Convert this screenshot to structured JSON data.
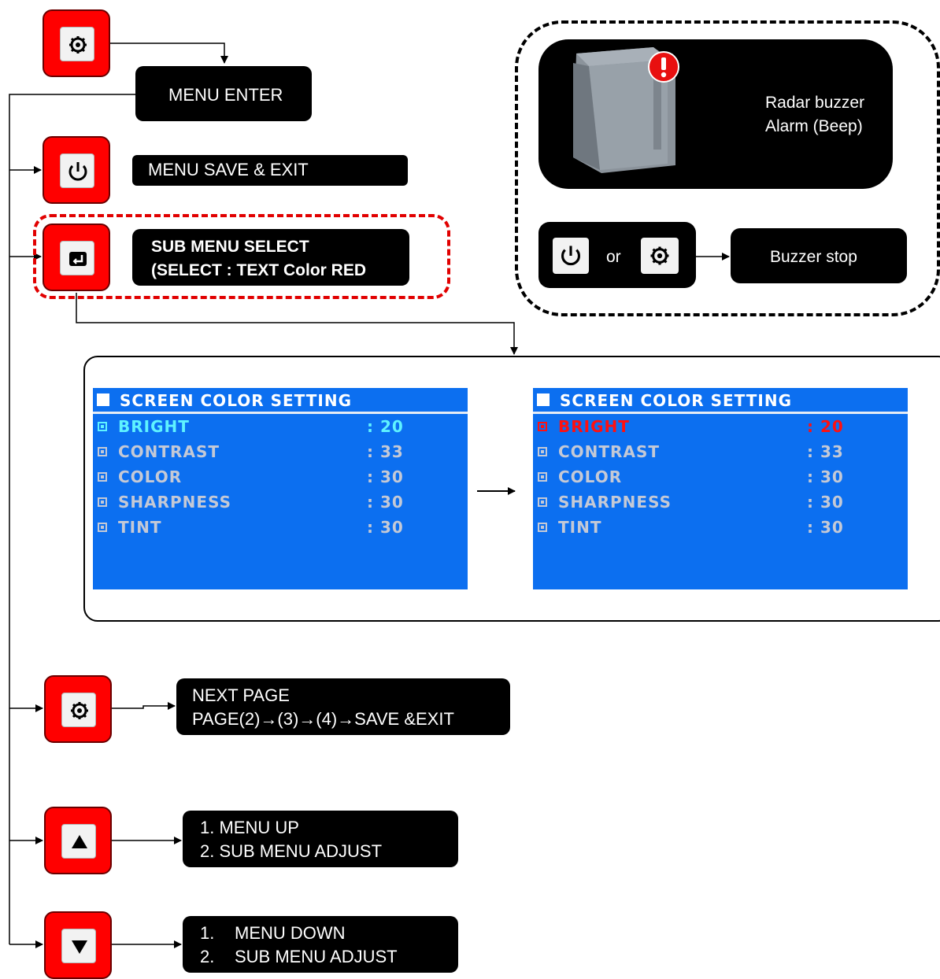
{
  "labels": {
    "menu_enter": "MENU ENTER",
    "save_exit": "MENU SAVE &  EXIT",
    "sub_select_line1": "SUB MENU  SELECT",
    "sub_select_line2": "(SELECT : TEXT Color RED",
    "next_page_line1": "NEXT PAGE",
    "next_page_line2": "PAGE(2)→(3)→(4)→SAVE &EXIT",
    "up_line1": "1. MENU UP",
    "up_line2": "2. SUB MENU ADJUST",
    "down_num1": "1.",
    "down_line1": "MENU DOWN",
    "down_num2": "2.",
    "down_line2": "SUB MENU ADJUST"
  },
  "buzzer": {
    "alarm_line1": "Radar  buzzer",
    "alarm_line2": "Alarm  (Beep)",
    "or_text": "or",
    "stop_text": "Buzzer  stop"
  },
  "screens": {
    "before": {
      "title": "SCREEN COLOR SETTING",
      "rows": [
        {
          "name": "BRIGHT",
          "value": ": 20"
        },
        {
          "name": "CONTRAST",
          "value": ": 33"
        },
        {
          "name": "COLOR",
          "value": ": 30"
        },
        {
          "name": "SHARPNESS",
          "value": ": 30"
        },
        {
          "name": "TINT",
          "value": ": 30"
        }
      ]
    },
    "after": {
      "title": "SCREEN COLOR SETTING",
      "rows": [
        {
          "name": "BRIGHT",
          "value": ": 20"
        },
        {
          "name": "CONTRAST",
          "value": ": 33"
        },
        {
          "name": "COLOR",
          "value": ": 30"
        },
        {
          "name": "SHARPNESS",
          "value": ": 30"
        },
        {
          "name": "TINT",
          "value": ": 30"
        }
      ]
    }
  },
  "icons": {
    "menu_button": "gear-icon",
    "save_exit_button": "power-icon",
    "select_button": "enter-icon",
    "next_page_button": "gear-icon",
    "up_button": "triangle-up-icon",
    "down_button": "triangle-down-icon",
    "alarm": "exclamation-icon"
  },
  "colors": {
    "button_red": "#ff0000",
    "screen_blue": "#0c6ff0",
    "selected_cyan": "#5ff3ff",
    "selected_red": "#ff1010",
    "highlight_dash": "#e10000"
  }
}
